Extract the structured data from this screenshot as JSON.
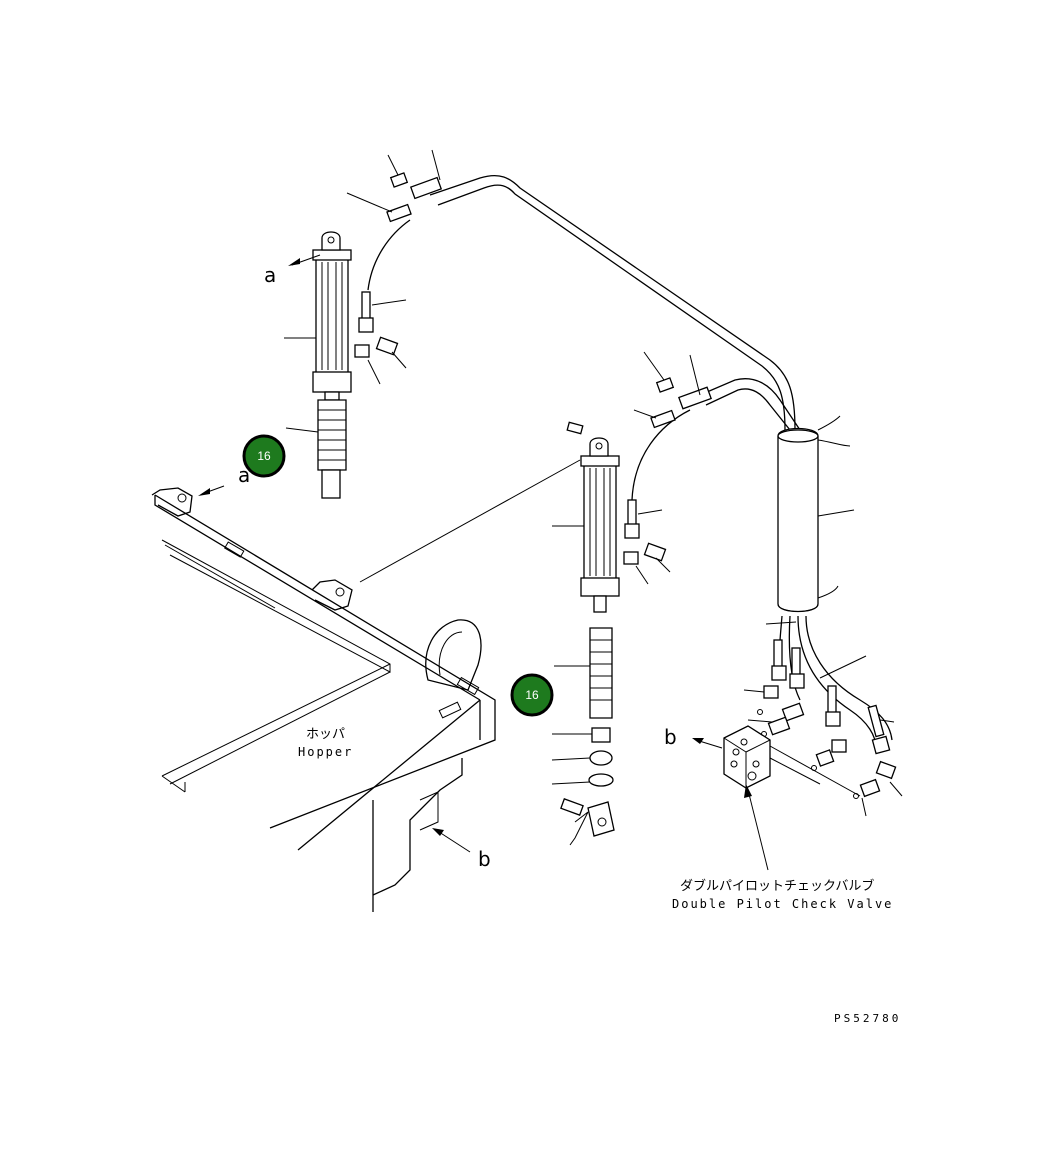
{
  "labels": {
    "a_top": "a",
    "a_left": "a",
    "b_right": "b",
    "b_bottom": "b"
  },
  "hopper": {
    "jp": "ホッパ",
    "en": "Hopper"
  },
  "valve": {
    "jp": "ダブルパイロットチェックバルブ",
    "en": "Double Pilot Check Valve"
  },
  "figure_code": "PS52780",
  "callouts": [
    {
      "id": "16",
      "label": "16"
    },
    {
      "id": "16",
      "label": "16"
    }
  ],
  "colors": {
    "callout_fill": "#1e7a1e",
    "callout_stroke": "#000000",
    "callout_text": "#ffffff",
    "line": "#000000"
  }
}
